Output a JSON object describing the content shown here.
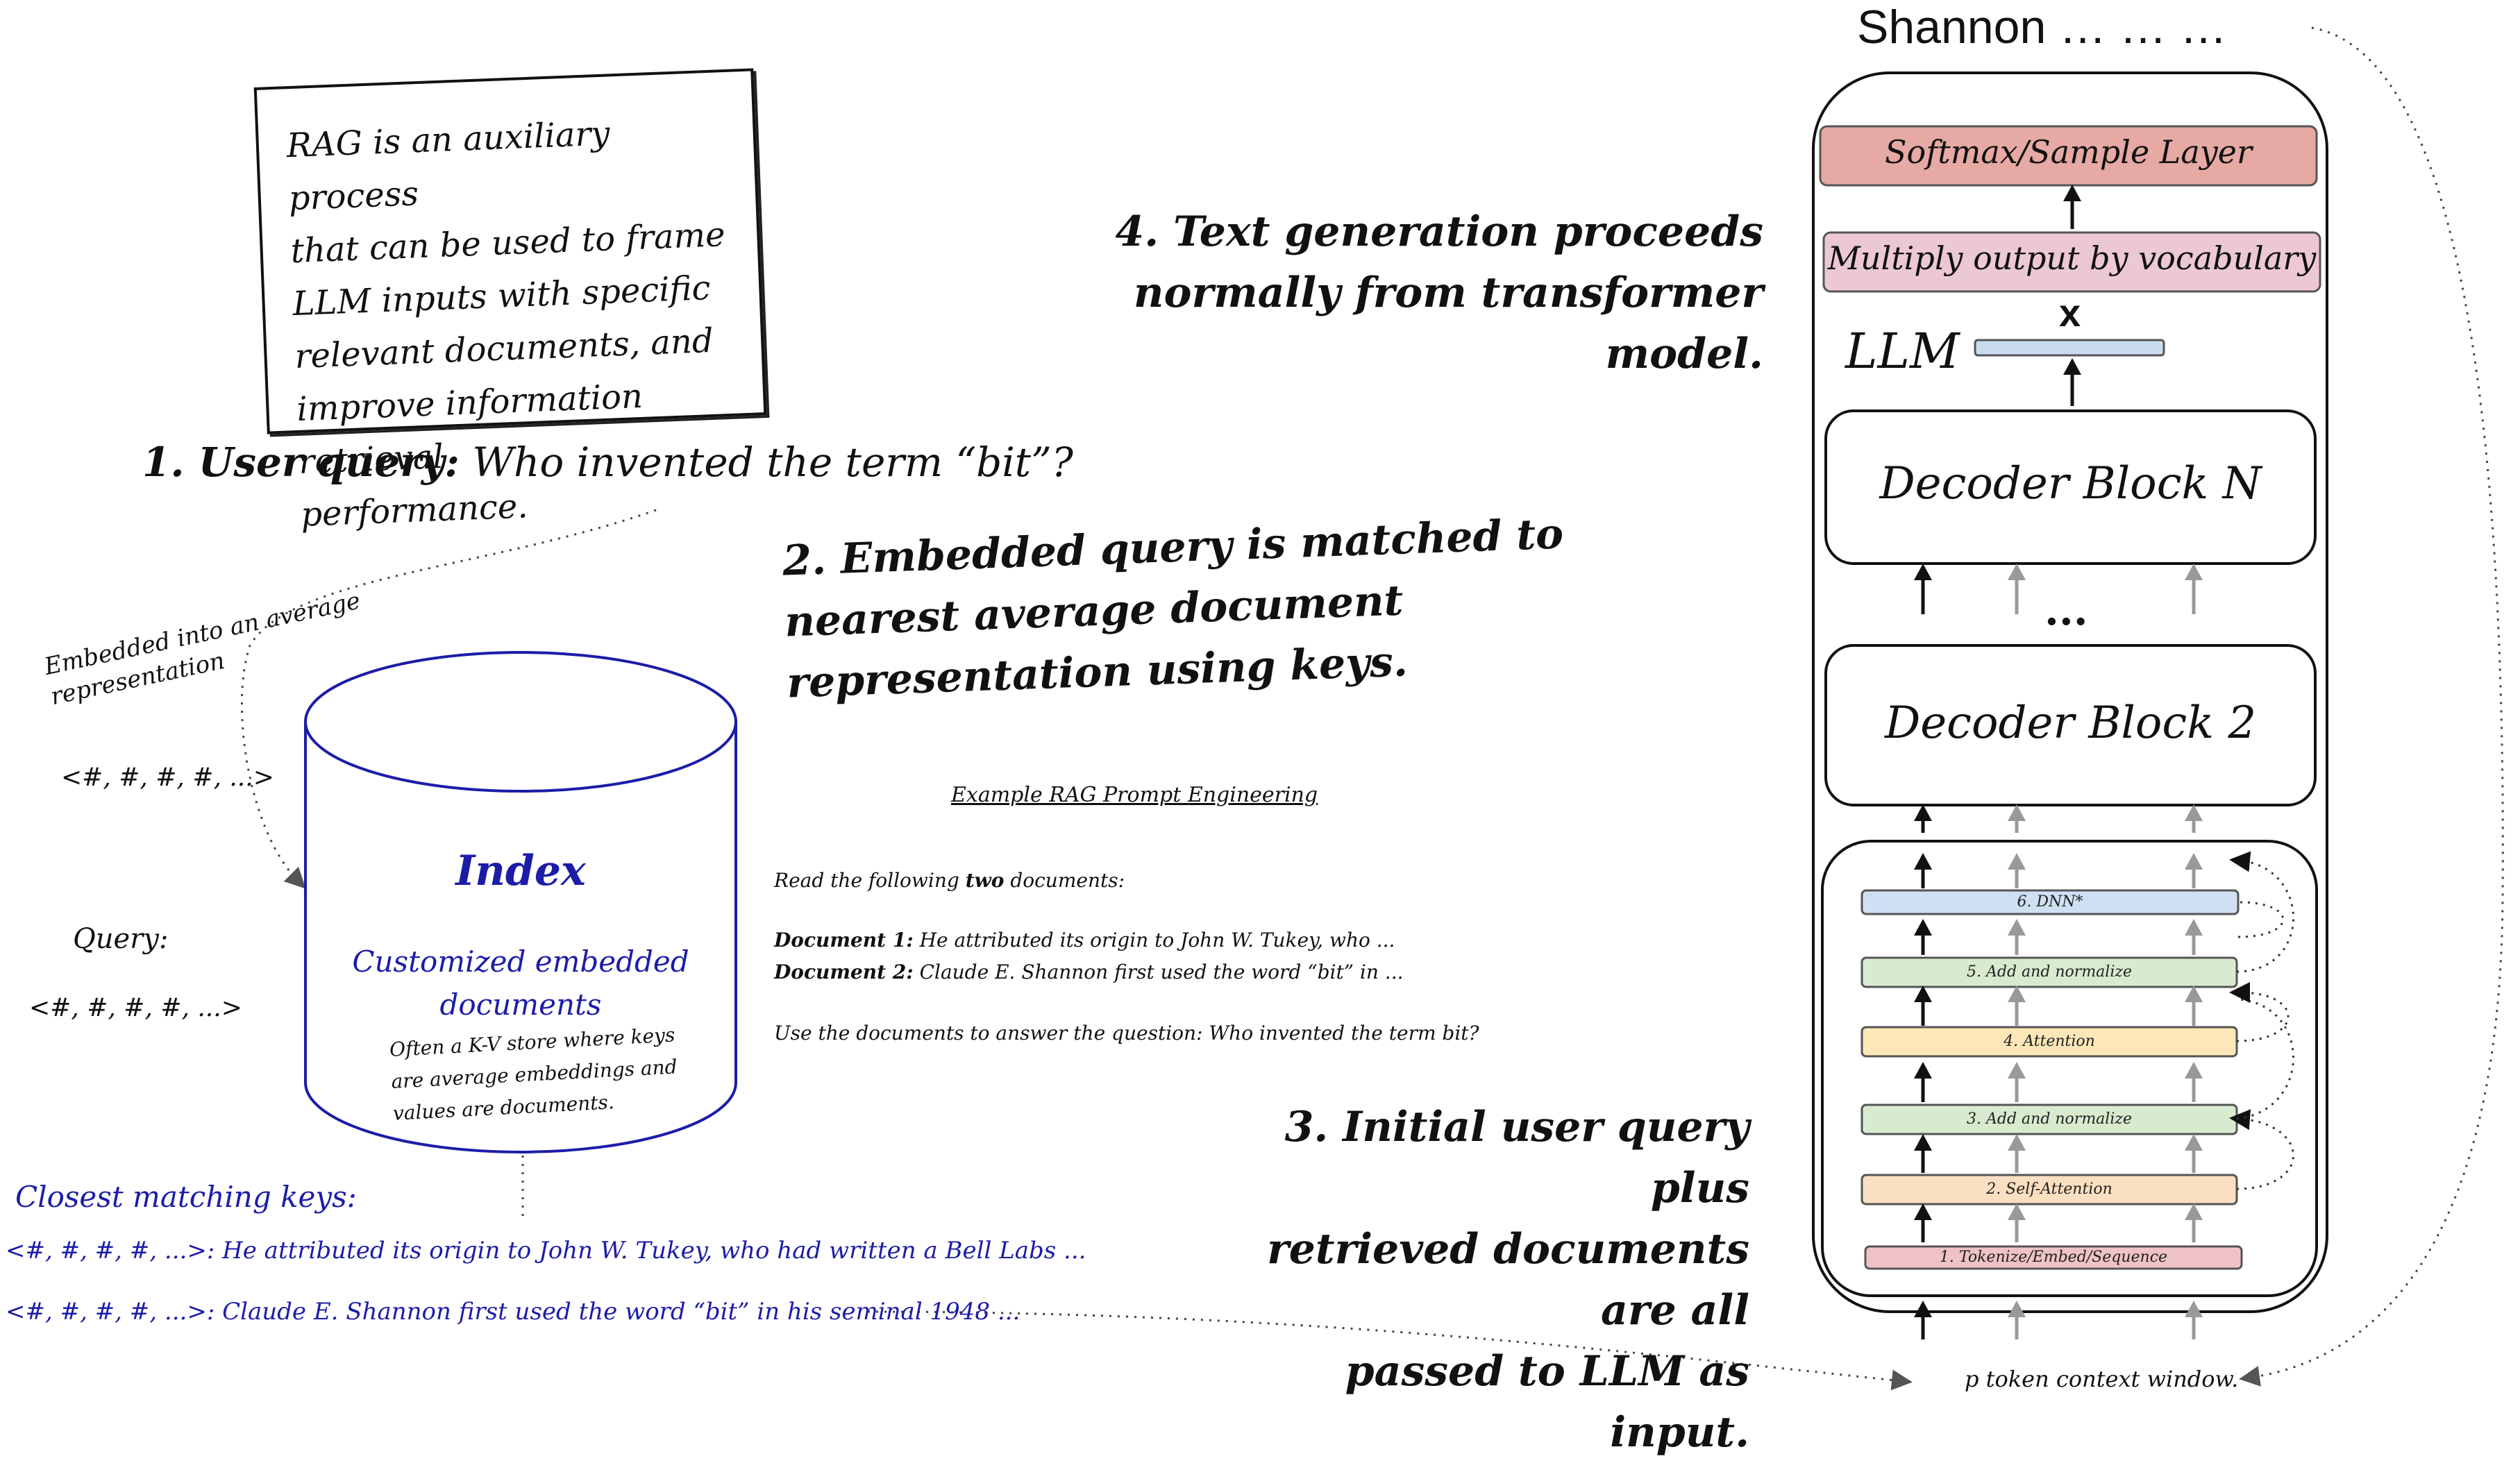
{
  "note": {
    "text": "RAG is an auxiliary process\nthat can be used to frame\nLLM inputs with specific\nrelevant documents, and\nimprove information retrieval\nperformance."
  },
  "step1": {
    "prefix": "1. User query:",
    "text": "Who invented the term “bit”?"
  },
  "step2": {
    "lines": [
      "2. Embedded query is matched to",
      "nearest average document",
      "representation using keys."
    ]
  },
  "step3": {
    "lines": [
      "3. Initial user query plus",
      "retrieved documents are all",
      "passed to LLM as input."
    ]
  },
  "step4": {
    "lines": [
      "4. Text generation proceeds",
      "normally from transformer model."
    ]
  },
  "embedding": {
    "caption_line1": "Embedded into an average",
    "caption_line2": "representation",
    "vector": "<#, #, #, #, ...>"
  },
  "query": {
    "label": "Query:",
    "vector": "<#, #, #, #, ...>"
  },
  "index": {
    "title": "Index",
    "subtitle_line1": "Customized embedded",
    "subtitle_line2": "documents",
    "note_line1": "Often a K-V store where keys",
    "note_line2": "are average embeddings and",
    "note_line3": "values are documents."
  },
  "matches": {
    "label": "Closest matching keys:",
    "items": [
      {
        "key": "<#, #, #, #, ...>:",
        "value": "He attributed its origin to John W. Tukey, who had written a Bell Labs ..."
      },
      {
        "key": "<#, #, #, #, ...>:",
        "value": "Claude E. Shannon first used the word “bit” in his seminal 1948 ..."
      }
    ]
  },
  "prompt": {
    "heading": "Example RAG Prompt Engineering",
    "intro_prefix": "Read the following ",
    "intro_bold": "two",
    "intro_suffix": " documents:",
    "docs": [
      {
        "label": "Document 1:",
        "text": "He attributed its origin to John W. Tukey, who ..."
      },
      {
        "label": "Document 2:",
        "text": "Claude E. Shannon first used the word “bit” in ..."
      }
    ],
    "question": "Use the documents to answer the question: Who invented the term bit?"
  },
  "llm": {
    "title": "Shannon … … …",
    "label": "LLM",
    "softmax": "Softmax/Sample Layer",
    "vocab": "Multiply output by vocabulary",
    "multiply_symbol": "x",
    "decoder_n": "Decoder Block N",
    "decoder_2": "Decoder Block 2",
    "ellipsis": "...",
    "layers": [
      "6. DNN*",
      "5. Add and normalize",
      "4. Attention",
      "3. Add and normalize",
      "2. Self-Attention",
      "1. Tokenize/Embed/Sequence"
    ],
    "context_window": "p token context window."
  },
  "colors": {
    "softmax_fill": "#e6a9a3",
    "vocab_fill": "#ecc8d4",
    "dnn_fill": "#cfe0f3",
    "addnorm_fill": "#d8ebcf",
    "attention_fill": "#fbe7b8",
    "selfattn_fill": "#fbdfc1",
    "tokenize_fill": "#efc3c6",
    "index_text": "#1c1ca8",
    "arrow_gray": "#999999"
  }
}
